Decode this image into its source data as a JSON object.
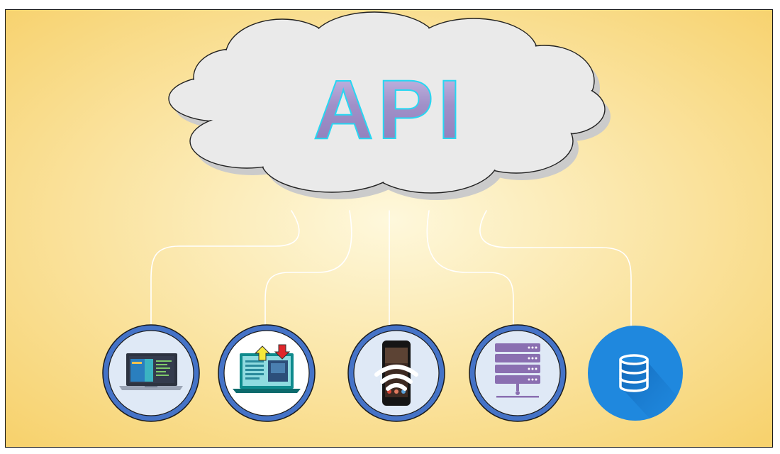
{
  "diagram": {
    "title": "API",
    "colors": {
      "bg_center": "#fef8dc",
      "bg_edge": "#f7d26e",
      "cloud_fill": "#eaeaea",
      "cloud_shadow": "#cbcbcb",
      "title_fill": "#a090c8",
      "title_stroke": "#27d7f2",
      "connector": "#ffffff",
      "node_ring": "#4573c7",
      "node_fill": "#dfe9f6",
      "database_fill": "#1f88de"
    },
    "nodes": [
      {
        "id": "desktop",
        "icon": "laptop-code-icon"
      },
      {
        "id": "transfer",
        "icon": "laptop-transfer-icon"
      },
      {
        "id": "mobile",
        "icon": "smartphone-wifi-icon"
      },
      {
        "id": "server",
        "icon": "server-rack-icon"
      },
      {
        "id": "database",
        "icon": "database-icon"
      }
    ]
  }
}
